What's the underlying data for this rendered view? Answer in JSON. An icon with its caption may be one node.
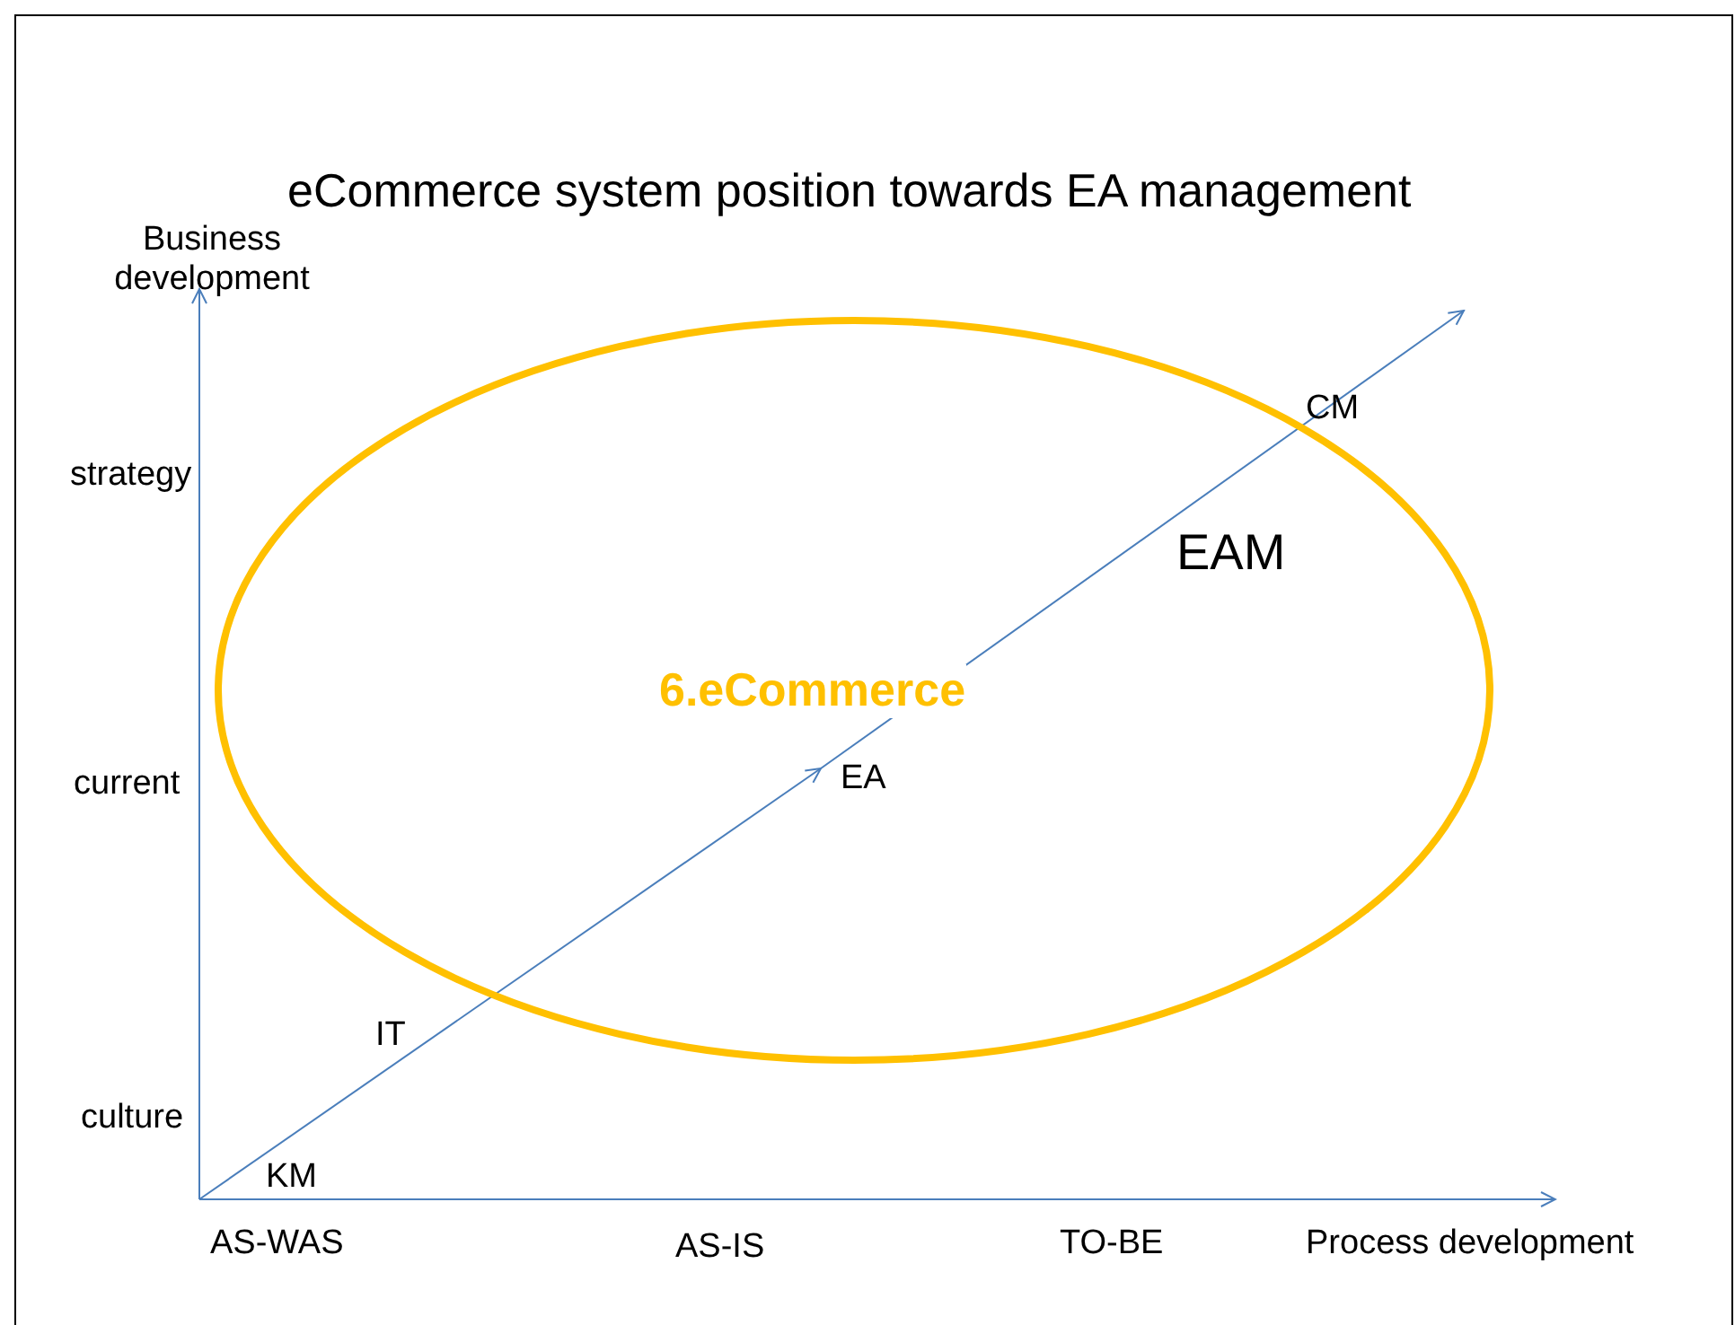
{
  "diagram": {
    "title": "eCommerce system position towards EA management",
    "nodes": [
      {
        "text": [
          "6.eCommerce"
        ]
      }
    ],
    "labels": [
      "Business development",
      "CM",
      "strategy",
      "EAM",
      "current",
      "EA",
      "IT",
      "culture",
      "KM",
      "AS-WAS",
      "AS-IS",
      "TO-BE",
      "Process development"
    ]
  }
}
